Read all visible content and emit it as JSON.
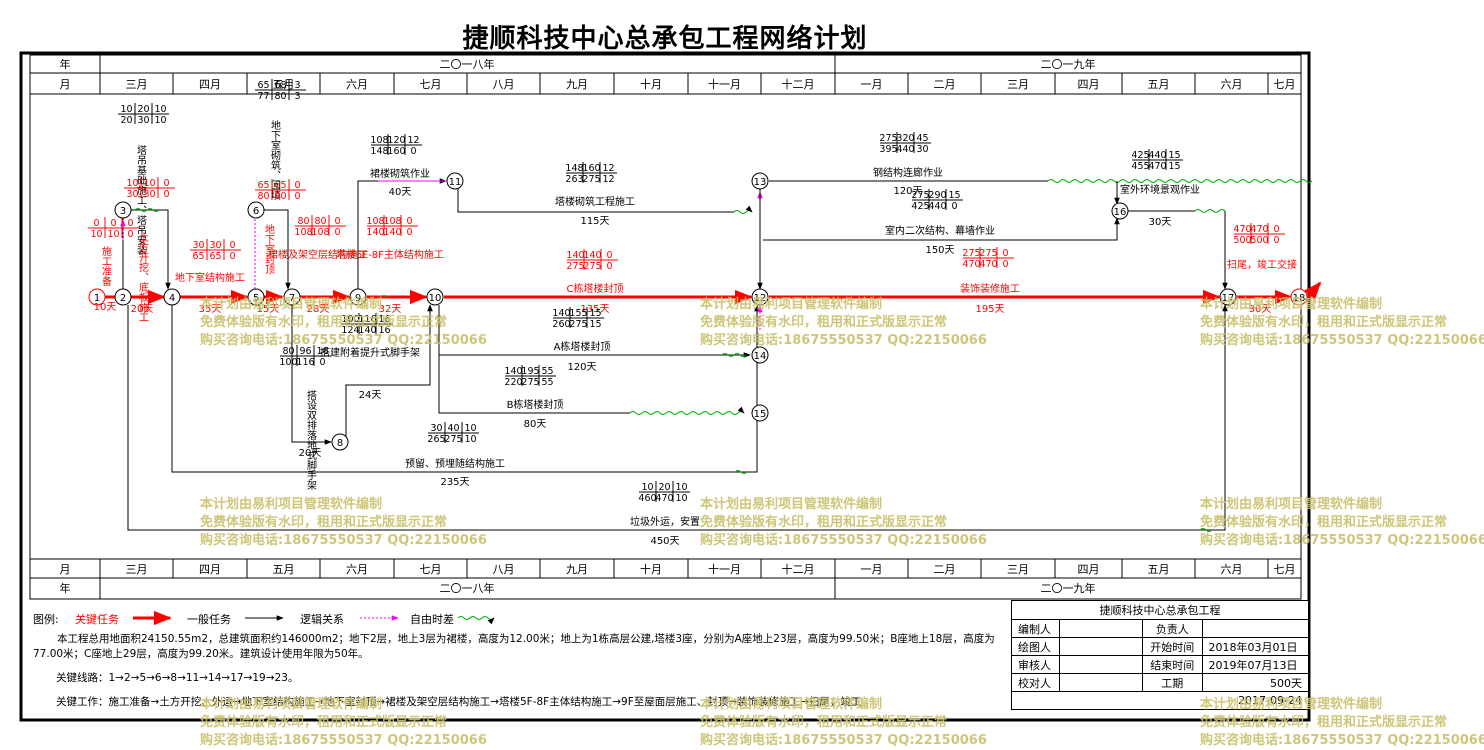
{
  "title": "捷顺科技中心总承包工程网络计划",
  "header": {
    "year_label": "年",
    "month_label": "月",
    "years": [
      "二〇一八年",
      "二〇一九年"
    ],
    "months": [
      "三月",
      "四月",
      "五月",
      "六月",
      "七月",
      "八月",
      "九月",
      "十月",
      "十一月",
      "十二月",
      "一月",
      "二月",
      "三月",
      "四月",
      "五月",
      "六月",
      "七月"
    ]
  },
  "legend": {
    "label": "图例:",
    "critical": "关键任务",
    "normal": "一般任务",
    "logic": "逻辑关系",
    "float": "自由时差"
  },
  "colors": {
    "critical": "#ff0000",
    "normal": "#000000",
    "logic": "#ff00ff",
    "float": "#00aa00",
    "watermark": "#c9c06a"
  },
  "description": "本工程总用地面积24150.55m2，总建筑面积约146000m2；地下2层，地上3层为裙楼，高度为12.00米；地上为1栋高层公建,塔楼3座，分别为A座地上23层，高度为99.50米；B座地上18层，高度为77.00米；C座地上29层，高度为99.20米。建筑设计使用年限为50年。",
  "critical_route": "关键线路：1→2→5→6→8→11→14→17→19→23。",
  "critical_work": "关键工作：施工准备→土方开挖、外运→地下室结构施工→地下室封顶→裙楼及架空层结构施工→塔楼5F-8F主体结构施工→9F至屋面层施工、封顶→装饰装修施工→扫尾，竣工",
  "info_table": {
    "project": "捷顺科技中心总承包工程",
    "rows": [
      [
        "编制人",
        "",
        "负责人",
        ""
      ],
      [
        "绘图人",
        "",
        "开始时间",
        "2018年03月01日"
      ],
      [
        "审核人",
        "",
        "结束时间",
        "2019年07月13日"
      ],
      [
        "校对人",
        "",
        "工期",
        "500天"
      ]
    ],
    "date": "2017-09-24"
  },
  "watermark": [
    "本计划由易利项目管理软件编制",
    "免费体验版有水印，租用和正式版显示正常",
    "购买咨询电话:18675550537 QQ:22150066"
  ],
  "nodes": [
    "1",
    "2",
    "3",
    "4",
    "5",
    "6",
    "7",
    "8",
    "9",
    "10",
    "11",
    "12",
    "13",
    "14",
    "15",
    "16",
    "17",
    "18"
  ],
  "tasks": {
    "t1": {
      "name": "施工准备",
      "times": [
        "0",
        "0",
        "0",
        "10",
        "10",
        "0"
      ],
      "dur": "10天"
    },
    "t2": {
      "name": "塔吊基础施工、塔吊安装",
      "times": [
        "10",
        "20",
        "10",
        "20",
        "30",
        "10"
      ]
    },
    "t3": {
      "name": "土方开挖、底板施工",
      "times": [
        "10",
        "10",
        "0",
        "30",
        "30",
        "0"
      ],
      "dur": "20天"
    },
    "t4": {
      "name": "地下室结构施工",
      "times": [
        "30",
        "30",
        "0",
        "65",
        "65",
        "0"
      ],
      "dur": "35天"
    },
    "t5": {
      "name": "地下室砌筑、回填",
      "times": [
        "65",
        "68",
        "3",
        "77",
        "80",
        "3"
      ]
    },
    "t6": {
      "name": "地下室封顶",
      "times": [
        "65",
        "65",
        "0",
        "80",
        "80",
        "0"
      ],
      "dur": "15天"
    },
    "t7": {
      "name": "裙楼及架空层结构施工",
      "times": [
        "80",
        "80",
        "0",
        "108",
        "108",
        "0"
      ],
      "dur": "28天"
    },
    "t8": {
      "name": "塔楼5F-8F主体结构施工",
      "times": [
        "108",
        "108",
        "0",
        "140",
        "140",
        "0"
      ],
      "dur": "32天"
    },
    "t9": {
      "name": "裙楼砌筑作业",
      "times": [
        "108",
        "120",
        "12",
        "148",
        "160",
        "0"
      ],
      "dur": "40天"
    },
    "t10": {
      "name": "塔楼砌筑工程施工",
      "times": [
        "148",
        "160",
        "12",
        "263",
        "275",
        "12"
      ],
      "dur": "115天"
    },
    "t11": {
      "name": "C栋塔楼封顶",
      "times": [
        "140",
        "140",
        "0",
        "275",
        "275",
        "0"
      ],
      "dur": "135天"
    },
    "t12": {
      "name": "A栋塔楼封顶",
      "times": [
        "140",
        "155",
        "15",
        "260",
        "275",
        "15"
      ],
      "dur": "120天"
    },
    "t13": {
      "name": "B栋塔楼封顶",
      "times": [
        "140",
        "195",
        "55",
        "220",
        "275",
        "55"
      ],
      "dur": "80天"
    },
    "t14": {
      "name": "搭建附着提升式脚手架",
      "times": [
        "100",
        "116",
        "16",
        "124",
        "140",
        "16"
      ],
      "dur": "24天"
    },
    "t15": {
      "name": "搭设双排落地式脚手架",
      "times": [
        "80",
        "96",
        "16",
        "100",
        "116",
        "0"
      ],
      "dur": "20天"
    },
    "t16": {
      "name": "预留、预埋随结构施工",
      "times": [
        "30",
        "40",
        "10",
        "265",
        "275",
        "10"
      ],
      "dur": "235天"
    },
    "t17": {
      "name": "垃圾外运，安置",
      "times": [
        "10",
        "20",
        "10",
        "460",
        "470",
        "10"
      ],
      "dur": "450天"
    },
    "t18": {
      "name": "钢结构连廊作业",
      "times": [
        "275",
        "320",
        "45",
        "395",
        "440",
        "30"
      ],
      "dur": "120天"
    },
    "t19": {
      "name": "室内二次结构、幕墙作业",
      "times": [
        "275",
        "290",
        "15",
        "425",
        "440",
        "0"
      ],
      "dur": "150天"
    },
    "t20": {
      "name": "室外环境景观作业",
      "times": [
        "425",
        "440",
        "15",
        "455",
        "470",
        "15"
      ],
      "dur": "30天"
    },
    "t21": {
      "name": "装饰装修施工",
      "times": [
        "275",
        "275",
        "0",
        "470",
        "470",
        "0"
      ],
      "dur": "195天"
    },
    "t22": {
      "name": "扫尾，竣工交接",
      "times": [
        "470",
        "470",
        "0",
        "500",
        "500",
        "0"
      ],
      "dur": "30天"
    }
  }
}
